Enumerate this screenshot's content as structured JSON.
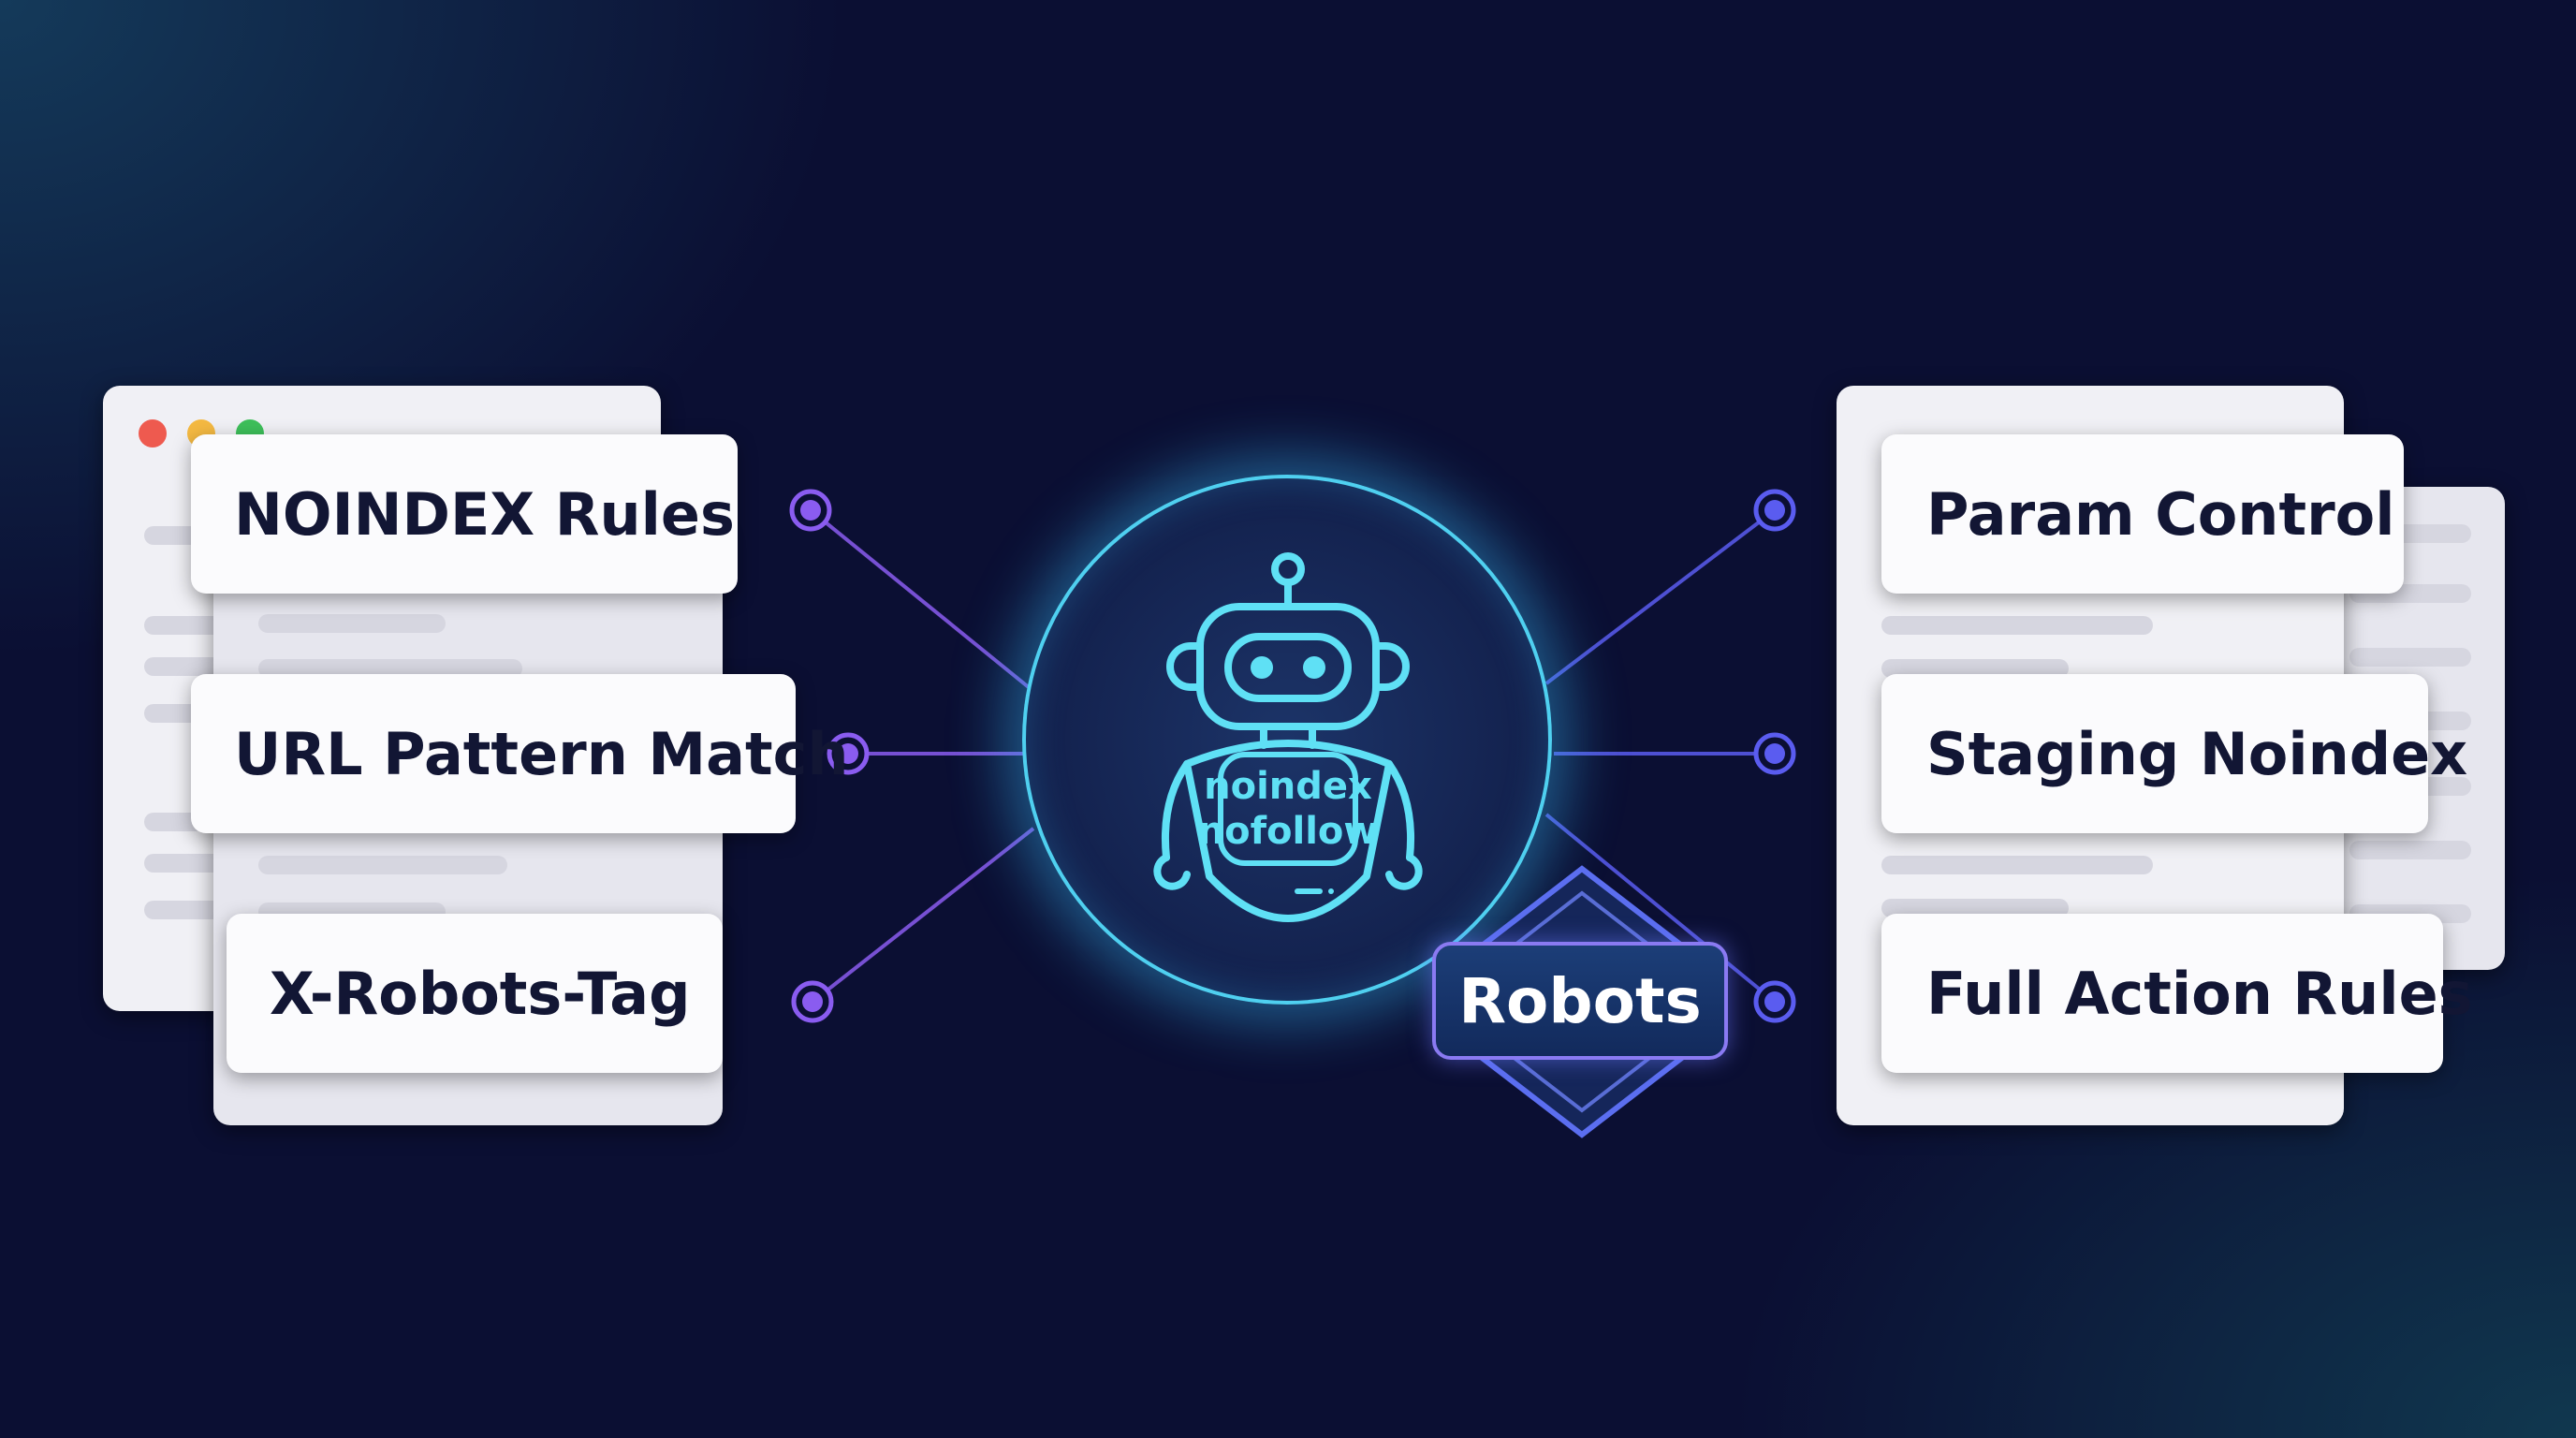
{
  "left_features": [
    {
      "label": "NOINDEX Rules"
    },
    {
      "label": "URL Pattern Match"
    },
    {
      "label": "X-Robots-Tag"
    }
  ],
  "right_features": [
    {
      "label": "Param Control"
    },
    {
      "label": "Staging Noindex"
    },
    {
      "label": "Full Action Rules"
    }
  ],
  "robot": {
    "line1": "noindex",
    "line2": "nofollow",
    "icon": "robot-icon"
  },
  "badge": {
    "label": "Robots"
  },
  "colors": {
    "background": "#0b0f33",
    "accent_cyan": "#4fd0f0",
    "accent_purple": "#8a5cf0",
    "window_red": "#ee5a4f",
    "window_yellow": "#f4b942",
    "window_green": "#3dbf5a"
  }
}
